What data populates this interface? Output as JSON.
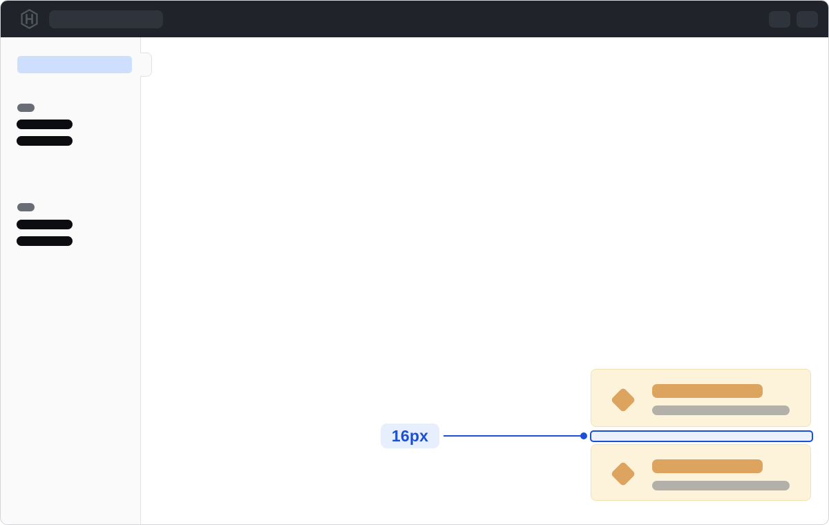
{
  "annotation": {
    "label": "16px"
  },
  "icons": {
    "logo": "hashicorp-logo",
    "card_icon": "warning-diamond"
  },
  "colors": {
    "frame_border": "#d3d3d8",
    "topbar_bg": "#20242a",
    "topbar_element": "#2f333b",
    "logo_gray": "#51565f",
    "sidebar_bg": "#fafafa",
    "sidebar_border": "#e2e2e6",
    "active_item": "#cddffc",
    "skeleton_dark": "#0b0d11",
    "skeleton_gray": "#686d76",
    "card_bg": "#fcf3da",
    "card_border": "#f1e2b6",
    "card_accent": "#dda45f",
    "card_muted": "#b2b0a9",
    "annotation_blue": "#1b4fd6",
    "annotation_label_bg": "#e7effd",
    "annotation_box_bg": "#eaf1fd"
  }
}
